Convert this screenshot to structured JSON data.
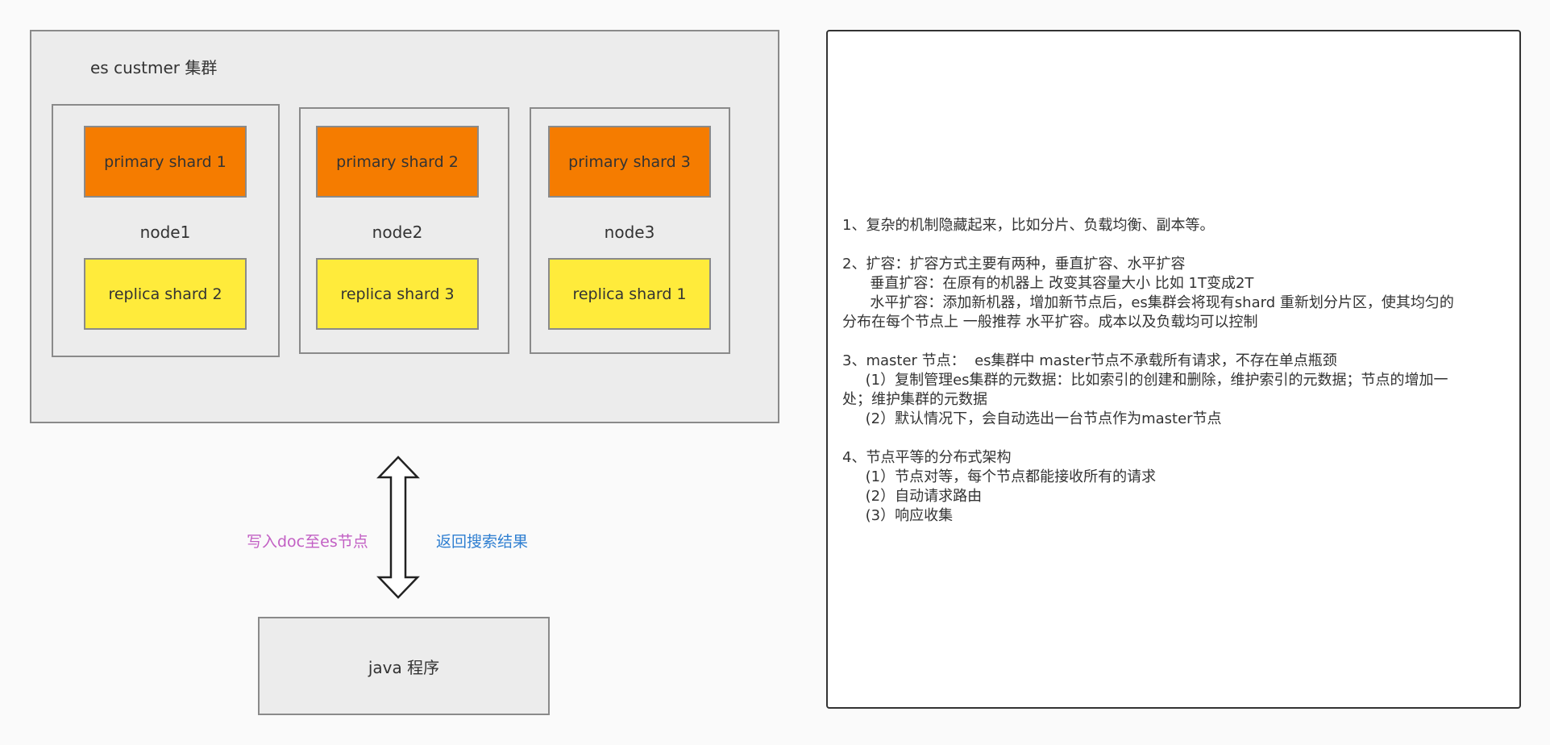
{
  "cluster": {
    "title": "es custmer 集群"
  },
  "nodes": [
    {
      "label": "node1",
      "primary": "primary shard 1",
      "replica": "replica shard 2"
    },
    {
      "label": "node2",
      "primary": "primary shard 2",
      "replica": "replica shard 3"
    },
    {
      "label": "node3",
      "primary": "primary shard 3",
      "replica": "replica shard 1"
    }
  ],
  "edge": {
    "left_label": "写入doc至es节点",
    "right_label": "返回搜索结果",
    "left_color": "#c25fc4",
    "right_color": "#2f7fd1"
  },
  "java": {
    "label": "java 程序"
  },
  "colors": {
    "primary": "#f57c00",
    "replica": "#ffeb3b"
  },
  "notes": {
    "lines": [
      "1、复杂的机制隐藏起来，比如分片、负载均衡、副本等。",
      "",
      "2、扩容：扩容方式主要有两种，垂直扩容、水平扩容",
      "      垂直扩容：在原有的机器上 改变其容量大小 比如 1T变成2T",
      "      水平扩容：添加新机器，增加新节点后，es集群会将现有shard 重新划分片区，使其均匀的",
      "分布在每个节点上 一般推荐 水平扩容。成本以及负载均可以控制",
      "",
      "3、master 节点：  es集群中 master节点不承载所有请求，不存在单点瓶颈",
      "     (1）复制管理es集群的元数据：比如索引的创建和删除，维护索引的元数据；节点的增加一",
      "处；维护集群的元数据",
      "     (2）默认情况下，会自动选出一台节点作为master节点",
      "",
      "4、节点平等的分布式架构",
      "     (1）节点对等，每个节点都能接收所有的请求",
      "     (2）自动请求路由",
      "     (3）响应收集"
    ]
  }
}
